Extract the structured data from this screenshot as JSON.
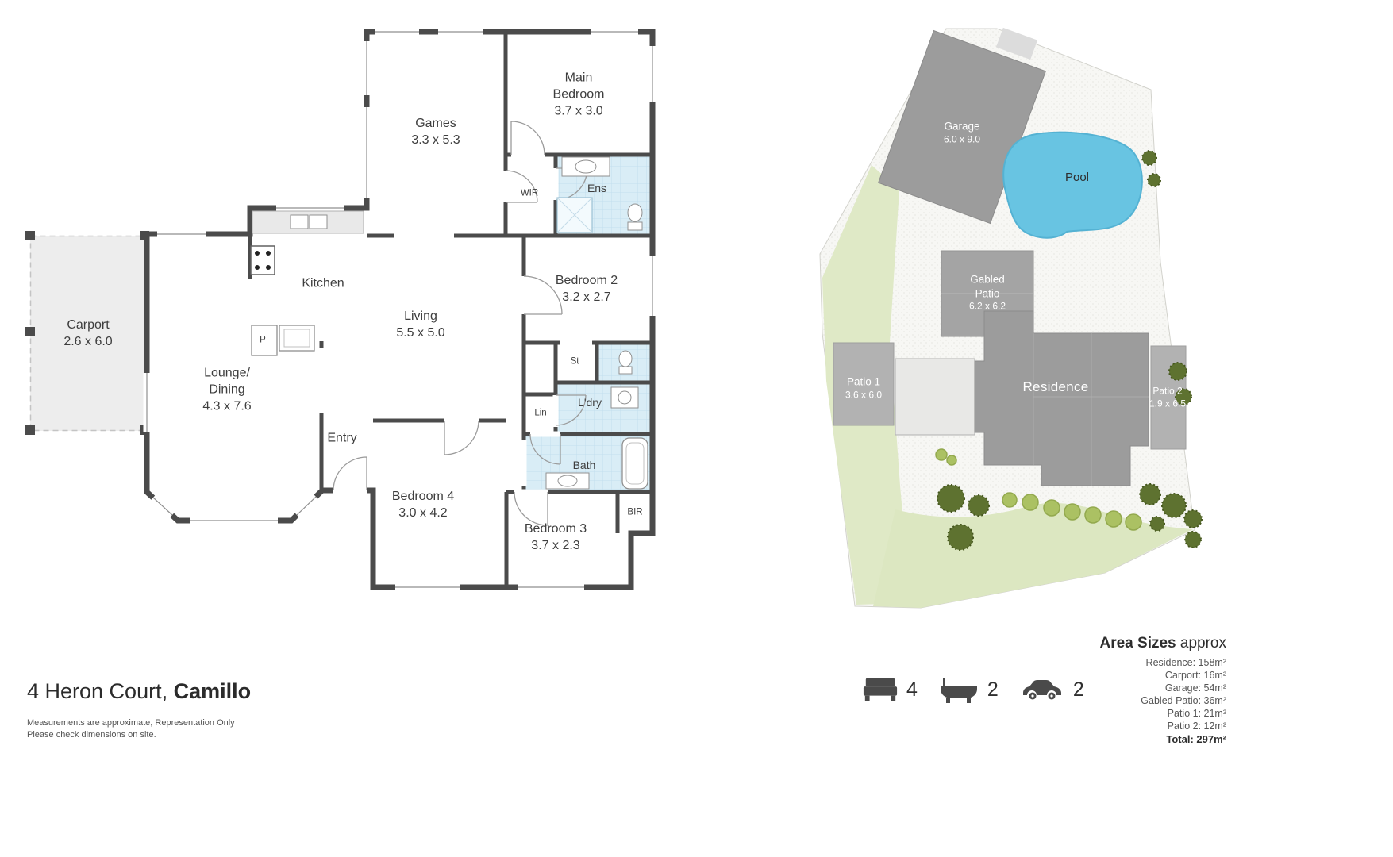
{
  "floorplan": {
    "rooms": {
      "carport": {
        "name": "Carport",
        "dims": "2.6 x 6.0"
      },
      "games": {
        "name": "Games",
        "dims": "3.3 x 5.3"
      },
      "main_bedroom": {
        "name": "Main Bedroom",
        "dims": "3.7 x 3.0"
      },
      "wir": {
        "name": "WIR"
      },
      "ens": {
        "name": "Ens"
      },
      "bedroom2": {
        "name": "Bedroom 2",
        "dims": "3.2 x 2.7"
      },
      "kitchen": {
        "name": "Kitchen"
      },
      "living": {
        "name": "Living",
        "dims": "5.5 x 5.0"
      },
      "lounge_dining": {
        "name": "Lounge/ Dining",
        "dims": "4.3 x 7.6"
      },
      "pantry": {
        "name": "P"
      },
      "store": {
        "name": "St"
      },
      "laundry": {
        "name": "L'dry"
      },
      "linen": {
        "name": "Lin"
      },
      "bath": {
        "name": "Bath"
      },
      "entry": {
        "name": "Entry"
      },
      "bedroom4": {
        "name": "Bedroom 4",
        "dims": "3.0 x 4.2"
      },
      "bedroom3": {
        "name": "Bedroom 3",
        "dims": "3.7 x 2.3"
      },
      "bir": {
        "name": "BIR"
      }
    }
  },
  "siteplan": {
    "areas": {
      "garage": {
        "name": "Garage",
        "dims": "6.0 x 9.0"
      },
      "pool": {
        "name": "Pool"
      },
      "gabled_patio": {
        "name": "Gabled Patio",
        "dims": "6.2 x 6.2"
      },
      "residence": {
        "name": "Residence"
      },
      "patio1": {
        "name": "Patio 1",
        "dims": "3.6 x 6.0"
      },
      "patio2": {
        "name": "Patio 2",
        "dims": "1.9 x 6.5"
      }
    }
  },
  "footer": {
    "address_main": "4 Heron Court, ",
    "address_suburb": "Camillo",
    "disclaimer_line1": "Measurements are approximate, Representation Only",
    "disclaimer_line2": "Please check dimensions on site.",
    "features": {
      "beds": "4",
      "baths": "2",
      "cars": "2"
    },
    "area_sizes": {
      "heading": "Area Sizes",
      "heading_suffix": " approx",
      "rows": [
        "Residence: 158m²",
        "Carport: 16m²",
        "Garage: 54m²",
        "Gabled Patio: 36m²",
        "Patio 1: 21m²",
        "Patio 2: 12m²"
      ],
      "total": "Total: 297m²"
    }
  },
  "colors": {
    "wall": "#4b4b4b",
    "wet_area": "#d9edf6",
    "site_gray": "#9c9c9c",
    "pool_blue": "#68c4e2",
    "landscape_green": "#dfe9c6"
  }
}
